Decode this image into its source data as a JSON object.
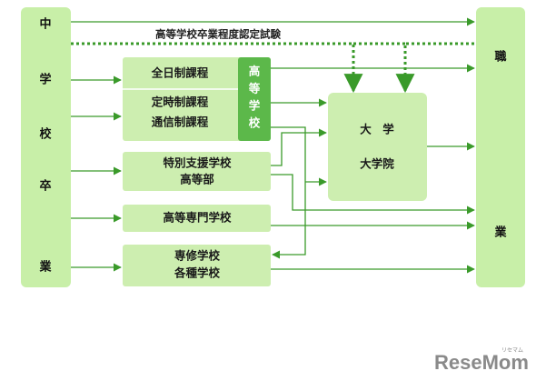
{
  "colors": {
    "box_fill": "#cdeeb0",
    "box_fill_mid": "#b6e39a",
    "side_fill": "#c8efa8",
    "highschool_tag": "#5cb84a",
    "arrow": "#3a9a2a"
  },
  "left_column": {
    "chars": [
      "中",
      "学",
      "校",
      "卒",
      "業"
    ]
  },
  "right_column": {
    "chars": [
      "職",
      "業"
    ]
  },
  "exam_label": "高等学校卒業程度認定試験",
  "highschool": {
    "tag_chars": [
      "高",
      "等",
      "学",
      "校"
    ],
    "fulltime": "全日制課程",
    "parttime": "定時制課程",
    "correspondence": "通信制課程"
  },
  "special_support": {
    "line1": "特別支援学校",
    "line2": "高等部"
  },
  "college_of_technology": "高等専門学校",
  "specialized": {
    "line1": "専修学校",
    "line2": "各種学校"
  },
  "university": {
    "line1": "大　学",
    "line2": "大学院"
  },
  "logo": {
    "main": "ReseMom",
    "sub": "リセマム"
  }
}
